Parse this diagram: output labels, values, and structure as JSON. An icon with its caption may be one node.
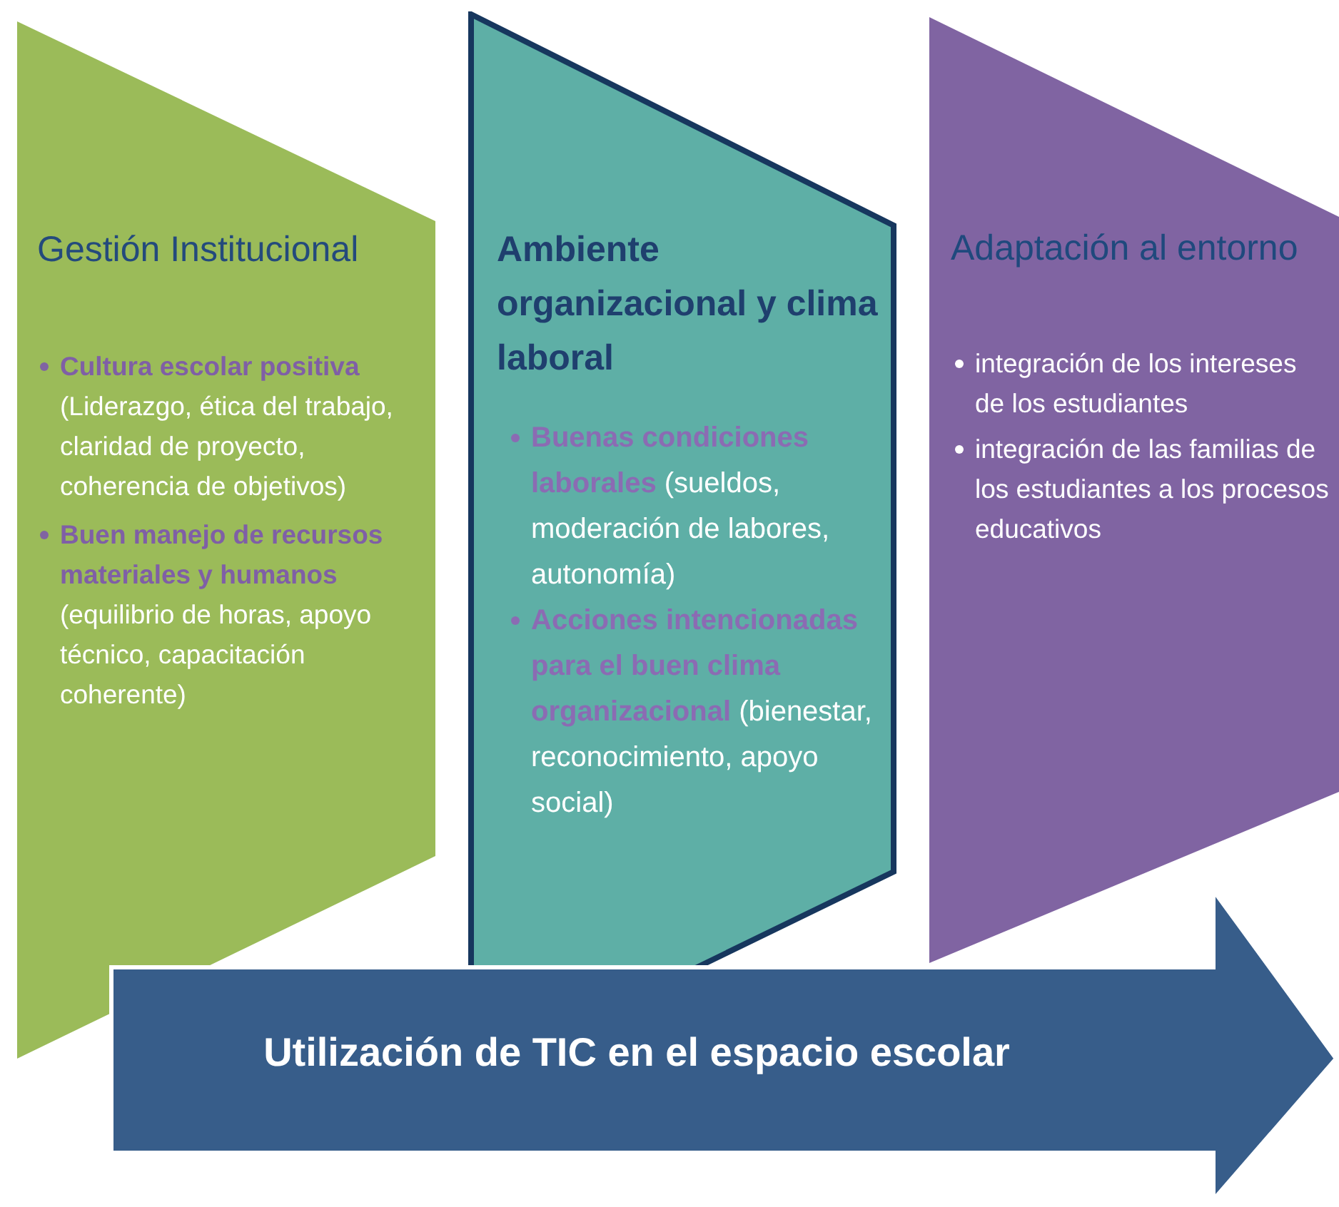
{
  "diagram": {
    "nodes": [
      {
        "text": [
          "Gestión Institucional",
          "**Cultura escolar positiva** (Liderazgo, ética del trabajo, claridad de proyecto, coherencia de objetivos)",
          "**Buen manejo de recursos materiales y humanos** (equilibrio de horas, apoyo técnico, capacitación coherente)"
        ]
      },
      {
        "text": [
          "Ambiente organizacional y clima laboral",
          "**Buenas condiciones laborales** (sueldos, moderación de labores, autonomía)",
          "**Acciones intencionadas para el buen clima organizacional** (bienestar, reconocimiento, apoyo social)"
        ]
      },
      {
        "text": [
          "Adaptación al entorno",
          "integración de los intereses de los estudiantes",
          "integración de las familias de los estudiantes a los procesos educativos"
        ]
      },
      {
        "text": [
          "Utilización de TIC en el espacio escolar"
        ]
      }
    ]
  }
}
